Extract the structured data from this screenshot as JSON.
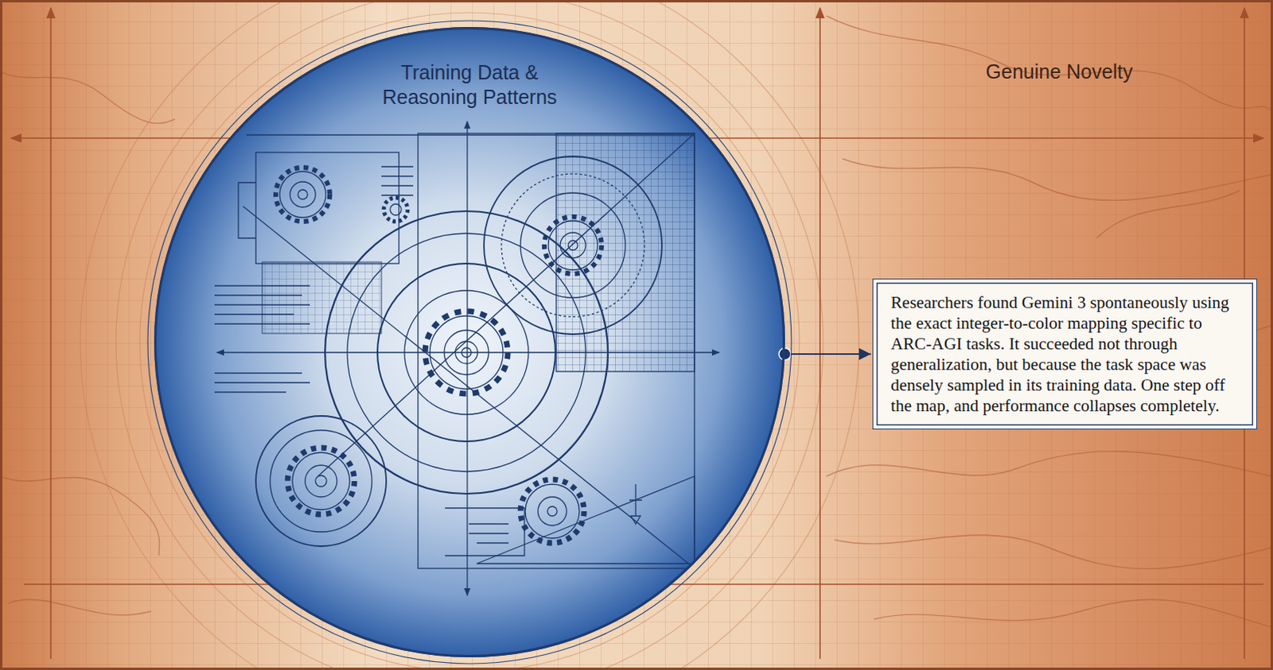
{
  "diagram": {
    "nodes": [
      {
        "text": [
          "Training Data & Reasoning Patterns"
        ]
      },
      {
        "text": [
          "Researchers found Gemini 3 spontaneously using the exact integer-to-color mapping specific to ARC-AGI tasks. It succeeded not through generalization, but because the task space was densely sampled in its training data. One step off the map, and performance collapses completely."
        ]
      }
    ],
    "edges": [
      {
        "from": 0,
        "to": 1,
        "arrow": "to"
      }
    ],
    "labels": [
      "Genuine Novelty"
    ]
  }
}
